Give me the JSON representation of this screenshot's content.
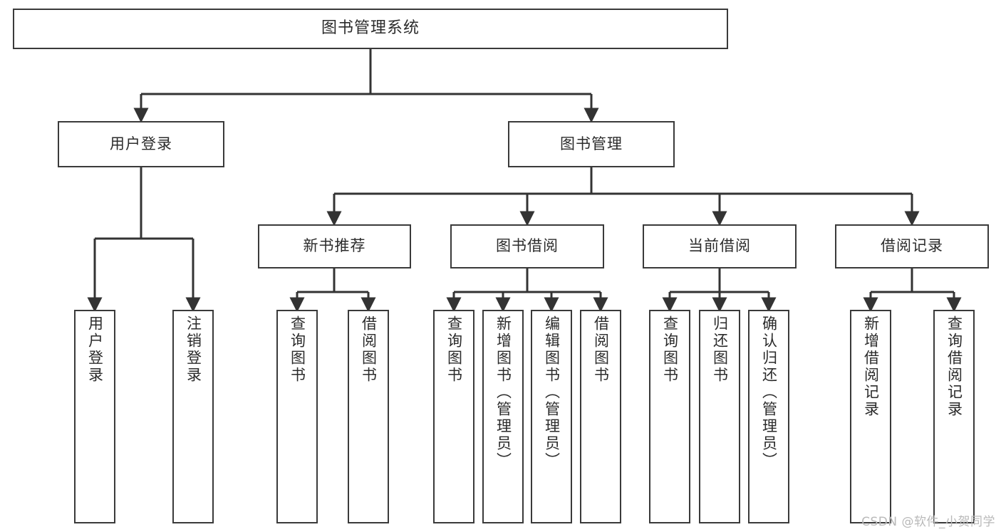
{
  "diagram": {
    "title": "图书管理系统",
    "type": "tree",
    "background": "#ffffff",
    "box_border_color": "#3a3a3a",
    "connector_color": "#333333",
    "text_color": "#2b2b2b"
  },
  "root": {
    "label": "图书管理系统"
  },
  "level2": [
    {
      "label": "用户登录"
    },
    {
      "label": "图书管理"
    }
  ],
  "level3": [
    {
      "label": "新书推荐"
    },
    {
      "label": "图书借阅"
    },
    {
      "label": "当前借阅"
    },
    {
      "label": "借阅记录"
    }
  ],
  "leaves": {
    "user_login": [
      {
        "label": "用户登录"
      },
      {
        "label": "注销登录"
      }
    ],
    "new_book": [
      {
        "label": "查询图书"
      },
      {
        "label": "借阅图书"
      }
    ],
    "borrow": [
      {
        "label": "查询图书"
      },
      {
        "label": "新增图书（管理员）"
      },
      {
        "label": "编辑图书（管理员）"
      },
      {
        "label": "借阅图书"
      }
    ],
    "current": [
      {
        "label": "查询图书"
      },
      {
        "label": "归还图书"
      },
      {
        "label": "确认归还（管理员）"
      }
    ],
    "records": [
      {
        "label": "新增借阅记录"
      },
      {
        "label": "查询借阅记录"
      }
    ]
  },
  "watermark": {
    "text": "CSDN @软件_小贺同学"
  }
}
